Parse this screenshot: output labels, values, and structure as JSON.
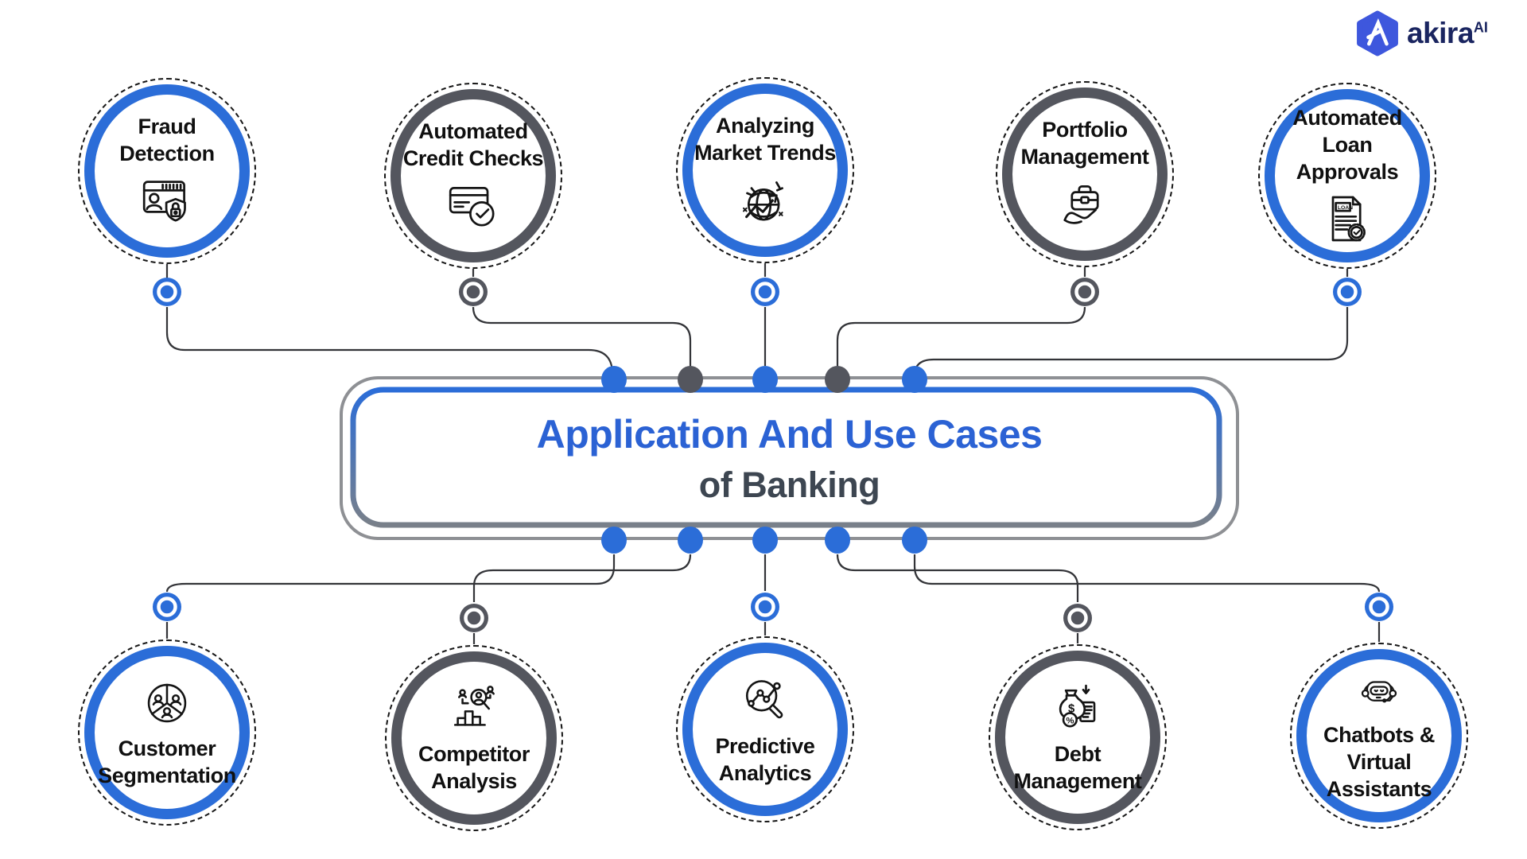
{
  "logo": {
    "brand": "akira",
    "superscript": "AI",
    "monogram": "A"
  },
  "title": {
    "line1": "Application And Use Cases",
    "line2": "of Banking"
  },
  "nodes": [
    {
      "id": "fraud-detection",
      "label": "Fraud\nDetection",
      "color": "blue",
      "row": "top",
      "icon": "browser-person-lock"
    },
    {
      "id": "automated-credit-checks",
      "label": "Automated\nCredit Checks",
      "color": "dark",
      "row": "top",
      "icon": "credit-card-check"
    },
    {
      "id": "analyzing-market-trends",
      "label": "Analyzing\nMarket Trends",
      "color": "blue",
      "row": "top",
      "icon": "globe-trend-arrow"
    },
    {
      "id": "portfolio-management",
      "label": "Portfolio\nManagement",
      "color": "dark",
      "row": "top",
      "icon": "briefcase-hand"
    },
    {
      "id": "automated-loan-approvals",
      "label": "Automated\nLoan Approvals",
      "color": "blue",
      "row": "top",
      "icon": "loan-document-badge"
    },
    {
      "id": "customer-segmentation",
      "label": "Customer\nSegmentation",
      "color": "blue",
      "row": "bottom",
      "icon": "people-pie-segments"
    },
    {
      "id": "competitor-analysis",
      "label": "Competitor\nAnalysis",
      "color": "dark",
      "row": "bottom",
      "icon": "bars-people-magnifier"
    },
    {
      "id": "predictive-analytics",
      "label": "Predictive\nAnalytics",
      "color": "blue",
      "row": "bottom",
      "icon": "magnifier-scatter-chart"
    },
    {
      "id": "debt-management",
      "label": "Debt\nManagement",
      "color": "dark",
      "row": "bottom",
      "icon": "money-bag-percent-doc"
    },
    {
      "id": "chatbots-virtual-assistants",
      "label": "Chatbots &\nVirtual\nAssistants",
      "color": "blue",
      "row": "bottom",
      "icon": "robot-headset"
    }
  ],
  "colors": {
    "blue": "#2b6dd8",
    "dark": "#54565e",
    "line": "#333438",
    "box_gray": "#8e9094",
    "title_blue": "#2b62d4",
    "title_dark": "#3d4651",
    "ink": "#141414",
    "logo_navy": "#1a2560",
    "logo_blue": "#3e57dd"
  }
}
